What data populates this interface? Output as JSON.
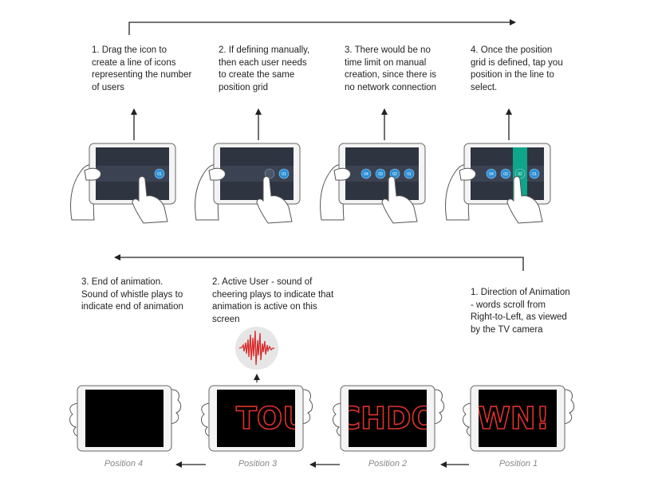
{
  "top_steps": [
    {
      "text": "1. Drag the icon to create a line of icons representing the number of users"
    },
    {
      "text": "2. If defining manually, then each user needs to create the same position grid"
    },
    {
      "text": "3. There would be no time limit on manual creation, since there is no network connection"
    },
    {
      "text": "4. Once the position grid is defined, tap you position in the line to select."
    }
  ],
  "bottom_steps": [
    {
      "text": "3. End of animation. Sound of whistle plays to indicate end of animation"
    },
    {
      "text": "2. Active User - sound of cheering plays to indicate that animation is active on this screen"
    },
    {
      "text": "1. Direction of Animation - words scroll from Right-to-Left, as viewed by the TV camera"
    }
  ],
  "top_tablets": [
    {
      "icons": [
        "01"
      ],
      "selected": ""
    },
    {
      "icons": [
        "",
        "01"
      ],
      "selected": ""
    },
    {
      "icons": [
        "04",
        "03",
        "02",
        "01"
      ],
      "selected": ""
    },
    {
      "icons": [
        "04",
        "03",
        "02",
        "01"
      ],
      "selected": "02"
    }
  ],
  "bottom_screens": [
    {
      "position": "Position 4",
      "text": ""
    },
    {
      "position": "Position 3",
      "text": "TOU"
    },
    {
      "position": "Position 2",
      "text": "CHDO"
    },
    {
      "position": "Position 1",
      "text": "WN!"
    }
  ],
  "colors": {
    "screen_dark": "#2e3440",
    "icon_blue": "#2b8fd6",
    "icon_selected": "#0fa58a",
    "word_red": "#e0322c",
    "wave_red": "#d92b2b",
    "arrow": "#222222"
  }
}
